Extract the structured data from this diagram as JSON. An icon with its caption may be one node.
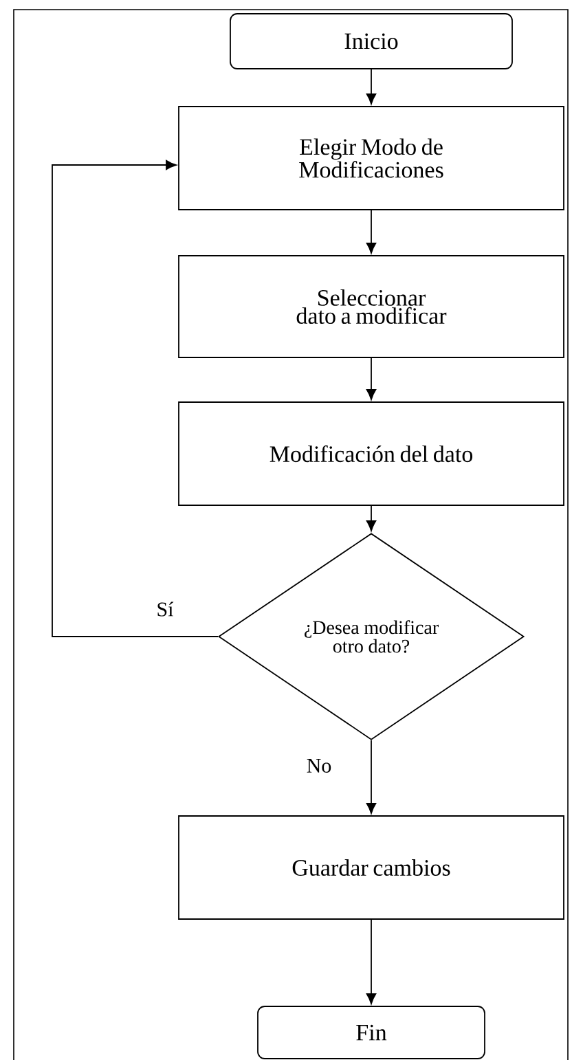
{
  "diagram": {
    "nodes": [
      {
        "text": [
          "Inicio"
        ]
      },
      {
        "text": [
          "Elegir Modo de Modificaciones"
        ]
      },
      {
        "text": [
          "Seleccionar dato a modificar"
        ]
      },
      {
        "text": [
          "Modificación del dato"
        ]
      },
      {
        "text": [
          "¿Desea modificar otro dato?"
        ]
      },
      {
        "text": [
          "Guardar cambios"
        ]
      },
      {
        "text": [
          "Fin"
        ]
      }
    ],
    "edges": [
      {
        "from": 0,
        "to": 1,
        "arrow": "to"
      },
      {
        "from": 1,
        "to": 2,
        "arrow": "to"
      },
      {
        "from": 2,
        "to": 3,
        "arrow": "to"
      },
      {
        "from": 3,
        "to": 4,
        "arrow": "to"
      },
      {
        "from": 4,
        "to": 1,
        "arrow": "to",
        "label": "Sí"
      },
      {
        "from": 4,
        "to": 5,
        "arrow": "to",
        "label": "No"
      },
      {
        "from": 5,
        "to": 6,
        "arrow": "to"
      }
    ]
  }
}
